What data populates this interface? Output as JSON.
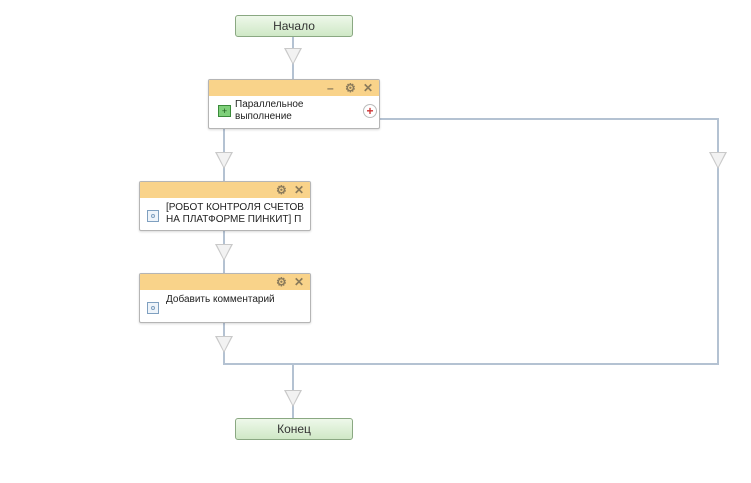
{
  "start": {
    "label": "Начало"
  },
  "end": {
    "label": "Конец"
  },
  "blocks": [
    {
      "title": "Параллельное выполнение",
      "icon": "parallel-icon",
      "controls": [
        "minimize-icon",
        "gear-icon",
        "close-icon"
      ],
      "extra": "add-branch-icon"
    },
    {
      "title": "[РОБОТ КОНТРОЛЯ СЧЕТОВ НА ПЛАТФОРМЕ ПИНКИТ] П",
      "icon": "activity-icon",
      "controls": [
        "gear-icon",
        "close-icon"
      ]
    },
    {
      "title": "Добавить комментарий",
      "icon": "activity-icon",
      "controls": [
        "gear-icon",
        "close-icon"
      ]
    }
  ],
  "colors": {
    "header": "#f9d38a",
    "terminal": "#d8eed0",
    "connector": "#b4c2d2"
  }
}
